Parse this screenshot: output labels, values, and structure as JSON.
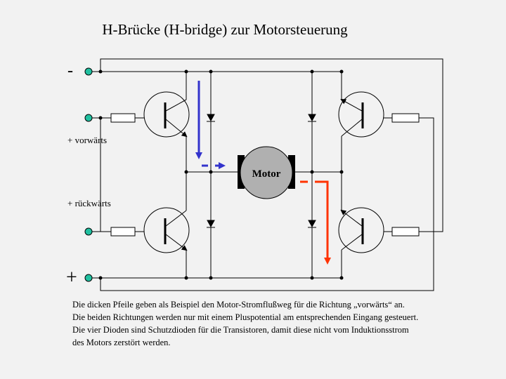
{
  "title": "H-Brücke (H-bridge) zur Motorsteuerung",
  "labels": {
    "minus": "-",
    "forward": "+ vorwärts",
    "backward": "+ rückwärts",
    "plus": "+"
  },
  "motor": {
    "label": "Motor"
  },
  "arrow_colors": {
    "forward_path_1": "#3333cc",
    "forward_path_2": "#ff3300"
  },
  "caption": [
    "Die dicken Pfeile geben als Beispiel den Motor-Stromflußweg für die Richtung „vorwärts“ an.",
    "Die beiden Richtungen werden nur mit einem Pluspotential am entsprechenden Eingang gesteuert.",
    "Die vier Dioden sind Schutzdioden für die Transistoren, damit diese nicht vom Induktionsstrom",
    "des Motors zerstört werden."
  ]
}
